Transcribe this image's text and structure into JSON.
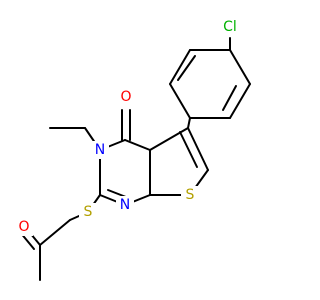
{
  "molecule": {
    "colors": {
      "bond": "#000000",
      "oxygen": "#ff0000",
      "nitrogen": "#0000ff",
      "sulfur": "#b2a000",
      "chlorine": "#00b200",
      "background": "#ffffff"
    },
    "atoms": {
      "cl": {
        "text": "Cl",
        "element": "chlorine"
      },
      "o_carbonyl": {
        "text": "O",
        "element": "oxygen"
      },
      "n_ring": {
        "text": "N",
        "element": "nitrogen"
      },
      "n_imine": {
        "text": "N",
        "element": "nitrogen"
      },
      "s_thiophene": {
        "text": "S",
        "element": "sulfur"
      },
      "s_thioether": {
        "text": "S",
        "element": "sulfur"
      },
      "o_ketone": {
        "text": "O",
        "element": "oxygen"
      }
    }
  }
}
